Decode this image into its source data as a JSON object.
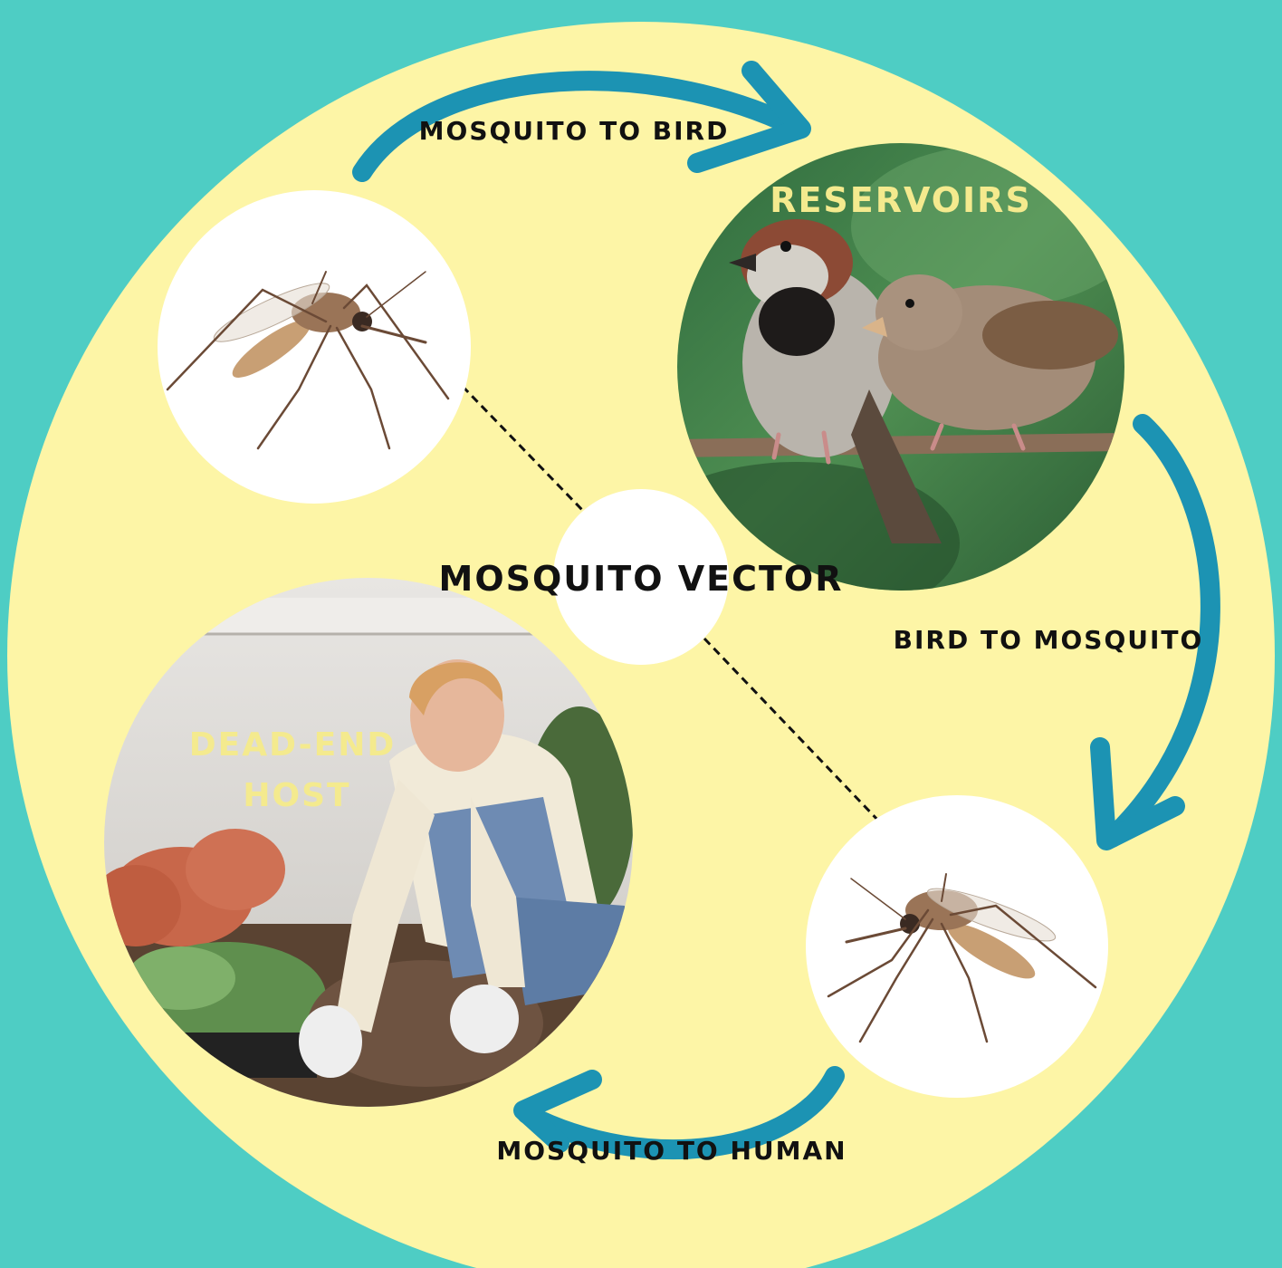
{
  "colors": {
    "background": "#4ecdc4",
    "cycle_disc": "#fdf5a6",
    "arrow": "#1c93b3",
    "label_dark": "#111111",
    "label_light": "#f4ea8e"
  },
  "labels": {
    "mosquito_to_bird": "MOSQUITO TO BIRD",
    "bird_to_mosquito": "BIRD TO MOSQUITO",
    "mosquito_to_human": "MOSQUITO TO HUMAN",
    "center": "MOSQUITO VECTOR",
    "reservoirs": "RESERVOIRS",
    "dead_end_line1": "DEAD-END",
    "dead_end_line2": "HOST"
  },
  "images": {
    "mosquito_top": "mosquito photo",
    "birds": "house sparrows photo",
    "gardener": "woman gardening photo",
    "mosquito_bottom": "mosquito photo"
  }
}
